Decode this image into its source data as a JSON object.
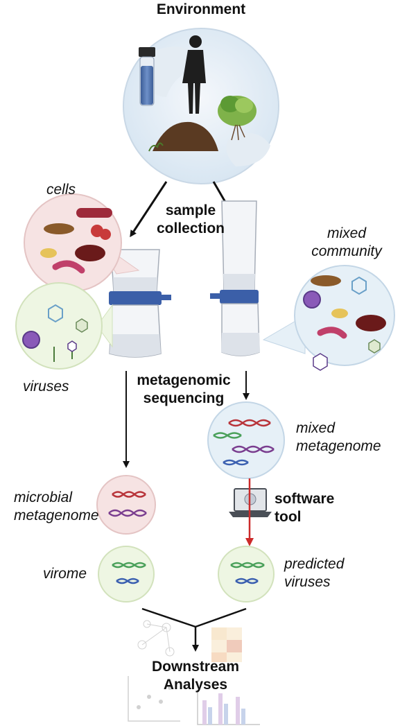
{
  "labels": {
    "environment": "Environment",
    "sample_collection_1": "sample",
    "sample_collection_2": "collection",
    "cells": "cells",
    "viruses": "viruses",
    "mixed_community_1": "mixed",
    "mixed_community_2": "community",
    "metagenomic_sequencing_1": "metagenomic",
    "metagenomic_sequencing_2": "sequencing",
    "mixed_metagenome_1": "mixed",
    "mixed_metagenome_2": "metagenome",
    "microbial_metagenome_1": "microbial",
    "microbial_metagenome_2": "metagenome",
    "software_tool_1": "software",
    "software_tool_2": "tool",
    "virome": "virome",
    "predicted_viruses_1": "predicted",
    "predicted_viruses_2": "viruses",
    "downstream_analyses_1": "Downstream",
    "downstream_analyses_2": "Analyses"
  },
  "colors": {
    "arrow": "#111111",
    "software_arrow": "#cc2a2a",
    "cells_bubble": "#f6e3e3",
    "virus_bubble": "#eef6e3",
    "mixed_bubble": "#e6f0f7",
    "filter_band": "#3b5fa8",
    "dna_red": "#b8343a",
    "dna_purple": "#7a3d8f",
    "dna_green": "#4aa05a",
    "dna_blue": "#3a5fb0"
  }
}
